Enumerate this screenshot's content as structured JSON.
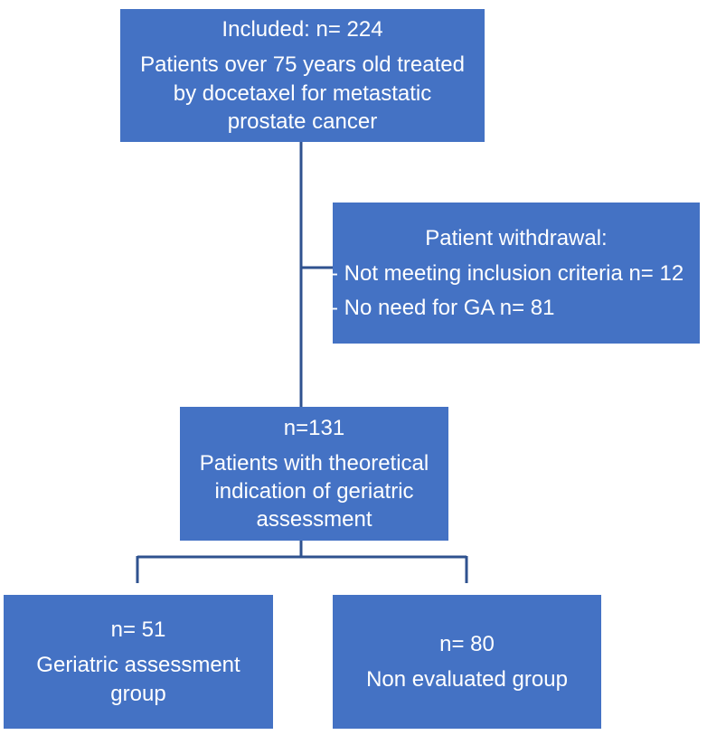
{
  "colors": {
    "box_fill": "#4472C4",
    "box_text": "#FFFFFF",
    "connector": "#2F528F"
  },
  "nodes": {
    "included": {
      "count": "Included: n= 224",
      "lines": [
        "Patients over 75 years old treated",
        "by docetaxel for metastatic",
        "prostate cancer"
      ]
    },
    "withdrawal": {
      "title": "Patient withdrawal:",
      "items": [
        "- Not meeting inclusion criteria n= 12",
        "- No need for GA n= 81"
      ]
    },
    "n131": {
      "count": "n=131",
      "lines": [
        "Patients with theoretical",
        "indication of geriatric",
        "assessment"
      ]
    },
    "n51": {
      "count": "n= 51",
      "lines": [
        "Geriatric assessment",
        "group"
      ]
    },
    "n80": {
      "count": "n= 80",
      "lines": [
        "Non evaluated group"
      ]
    }
  }
}
